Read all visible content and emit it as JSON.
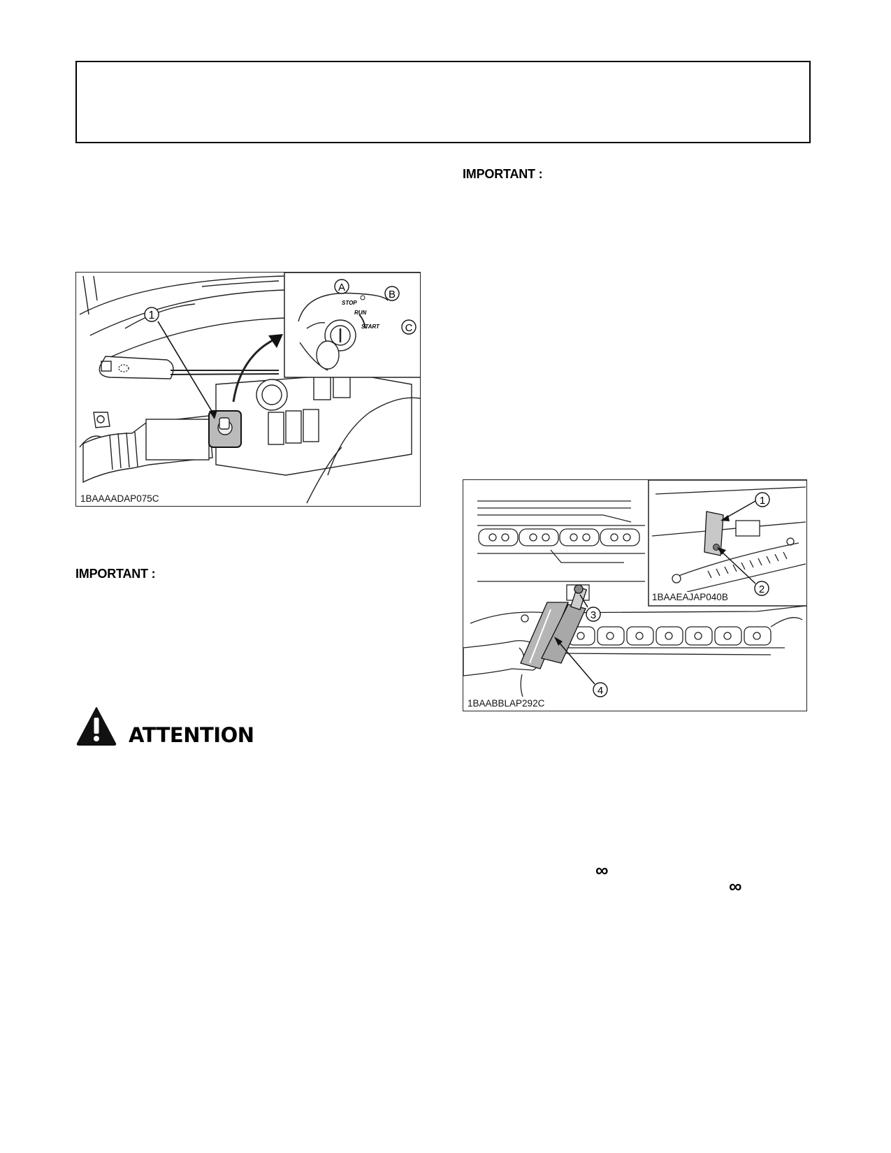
{
  "header_box": {},
  "left": {
    "figure1": {
      "code": "1BAAAADAP075C",
      "callouts": [
        "1",
        "A",
        "B",
        "C"
      ],
      "key_labels": [
        "STOP",
        "RUN",
        "START"
      ]
    },
    "important_heading": "IMPORTANT :",
    "attention": {
      "title": "ATTENTION",
      "icon": "warning-triangle-icon"
    }
  },
  "right": {
    "important_heading": "IMPORTANT :",
    "figure2": {
      "inset_code": "1BAAEAJAP040B",
      "main_code": "1BAABBLAP292C",
      "callouts": [
        "1",
        "2",
        "3",
        "4"
      ]
    },
    "symbols": [
      "∞",
      "∞"
    ]
  }
}
